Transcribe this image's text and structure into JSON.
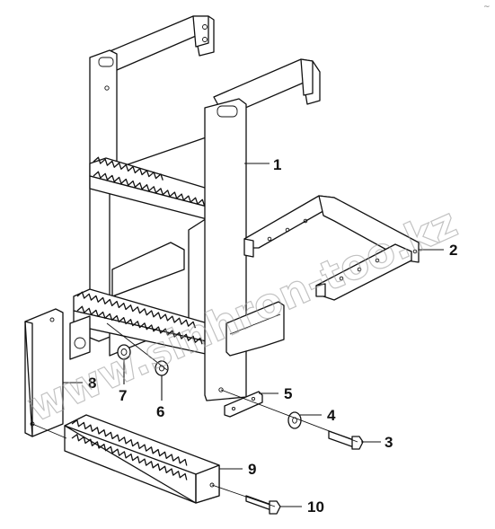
{
  "diagram": {
    "watermark": "www.sinhron-too.kz",
    "corner_mark": "~",
    "callouts": [
      {
        "id": "1",
        "label": "1"
      },
      {
        "id": "2",
        "label": "2"
      },
      {
        "id": "3",
        "label": "3"
      },
      {
        "id": "4",
        "label": "4"
      },
      {
        "id": "5",
        "label": "5"
      },
      {
        "id": "6",
        "label": "6"
      },
      {
        "id": "7",
        "label": "7"
      },
      {
        "id": "8",
        "label": "8"
      },
      {
        "id": "9",
        "label": "9"
      },
      {
        "id": "10",
        "label": "10"
      }
    ]
  }
}
